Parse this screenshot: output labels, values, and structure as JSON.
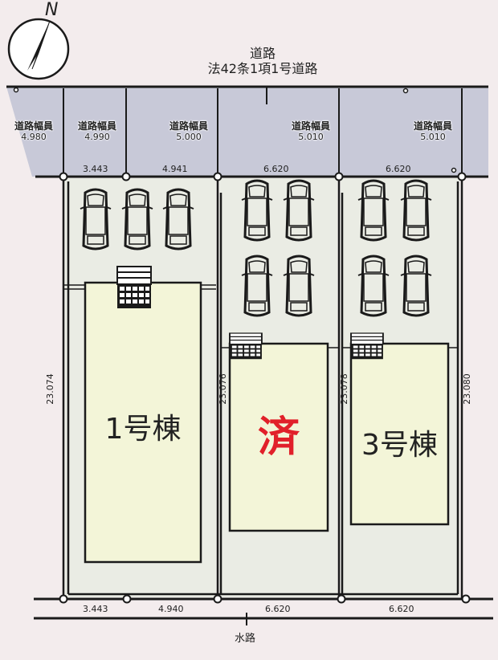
{
  "compass": {
    "label": "N",
    "icon": "north-arrow-icon"
  },
  "top_road": {
    "title": "道路",
    "subtitle": "法42条1項1号道路"
  },
  "road_widths": [
    {
      "label": "道路幅員",
      "value": "4.980"
    },
    {
      "label": "道路幅員",
      "value": "4.990"
    },
    {
      "label": "道路幅員",
      "value": "5.000"
    },
    {
      "label": "道路幅員",
      "value": "5.010"
    },
    {
      "label": "道路幅員",
      "value": "5.010"
    }
  ],
  "top_frontage": [
    "3.443",
    "4.941",
    "6.620",
    "6.620"
  ],
  "bottom_frontage": [
    "3.443",
    "4.940",
    "6.620",
    "6.620"
  ],
  "depths": [
    "23.074",
    "23.076",
    "23.078",
    "23.080"
  ],
  "lots": [
    {
      "name": "1号棟",
      "status": "",
      "parking": 3
    },
    {
      "name": "済",
      "status": "sold",
      "parking": 4
    },
    {
      "name": "3号棟",
      "status": "",
      "parking": 4
    }
  ],
  "bottom_road": {
    "title": "水路"
  },
  "colors": {
    "background": "#f3eced",
    "road": "#c8c9d8",
    "lot": "#eaece4",
    "building": "#f3f5d8",
    "sold": "#e1202a",
    "line": "#1a1a1a"
  }
}
